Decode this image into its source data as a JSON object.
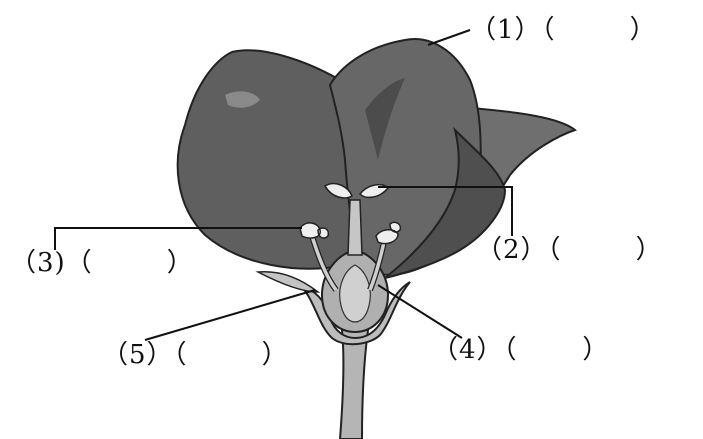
{
  "labels": {
    "part_1": "（1）（        ）",
    "part_2": "（2）（        ）",
    "part_3": "（3)（        ）",
    "part_4": "（4）（       ）",
    "part_5": "（5）（        ）"
  },
  "colors": {
    "petal_dark": "#5a5a5a",
    "petal_mid": "#6b6b6b",
    "petal_light": "#7d7d7d",
    "receptacle": "#b9b9b9",
    "stamen": "#c8c8c8",
    "outline": "#222222",
    "leader_line": "#111111"
  }
}
